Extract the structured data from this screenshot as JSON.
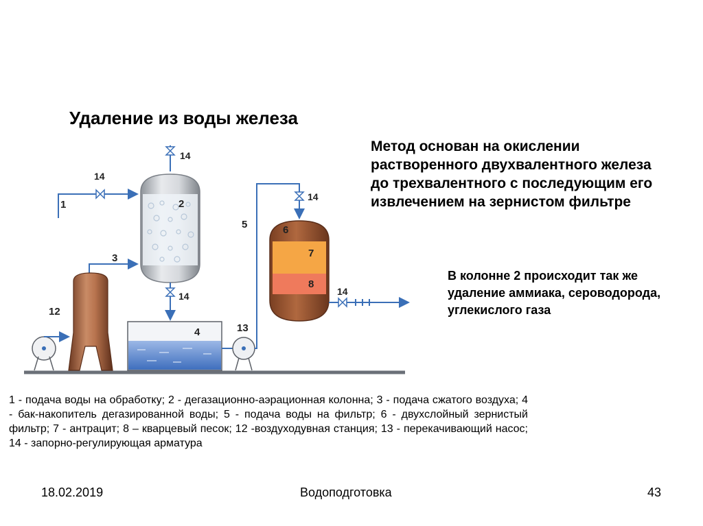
{
  "title": "Удаление из воды железа",
  "method_text": "Метод основан на окислении растворенного двухвалентного железа до трехвалентного с последующим его извлечением на зернистом фильтре",
  "column_note": "В колонне 2 происходит так же удаление аммиака, сероводорода, углекислого газа",
  "legend_text": "1 - подача воды на обработку; 2 - дегазационно-аэрационная колонна; 3 - подача сжатого воздуха; 4 - бак-накопитель дегазированной воды; 5 - подача воды на фильтр; 6 - двухслойный зернистый фильтр; 7 - антрацит; 8 – кварцевый песок; 12 -воздуходувная станция; 13 - перекачивающий насос; 14 - запорно-регулирующая арматура",
  "footer": {
    "date": "18.02.2019",
    "title": "Водоподготовка",
    "page": "43"
  },
  "diagram_labels": {
    "n1": "1",
    "n2": "2",
    "n3": "3",
    "n4": "4",
    "n5": "5",
    "n6": "6",
    "n7": "7",
    "n8": "8",
    "n12": "12",
    "n13": "13",
    "v14_top": "14",
    "v14_inlet": "14",
    "v14_column_out": "14",
    "v14_filter_in": "14",
    "v14_filter_out": "14"
  },
  "colors": {
    "pipe": "#3a6fb7",
    "column_steel": "#c9ccd1",
    "filter_body": "#8a4a2c",
    "anthracite": "#f5a645",
    "sand": "#ef7a5c",
    "water": "#4e7fc7",
    "blower": "#9c5a3a"
  }
}
